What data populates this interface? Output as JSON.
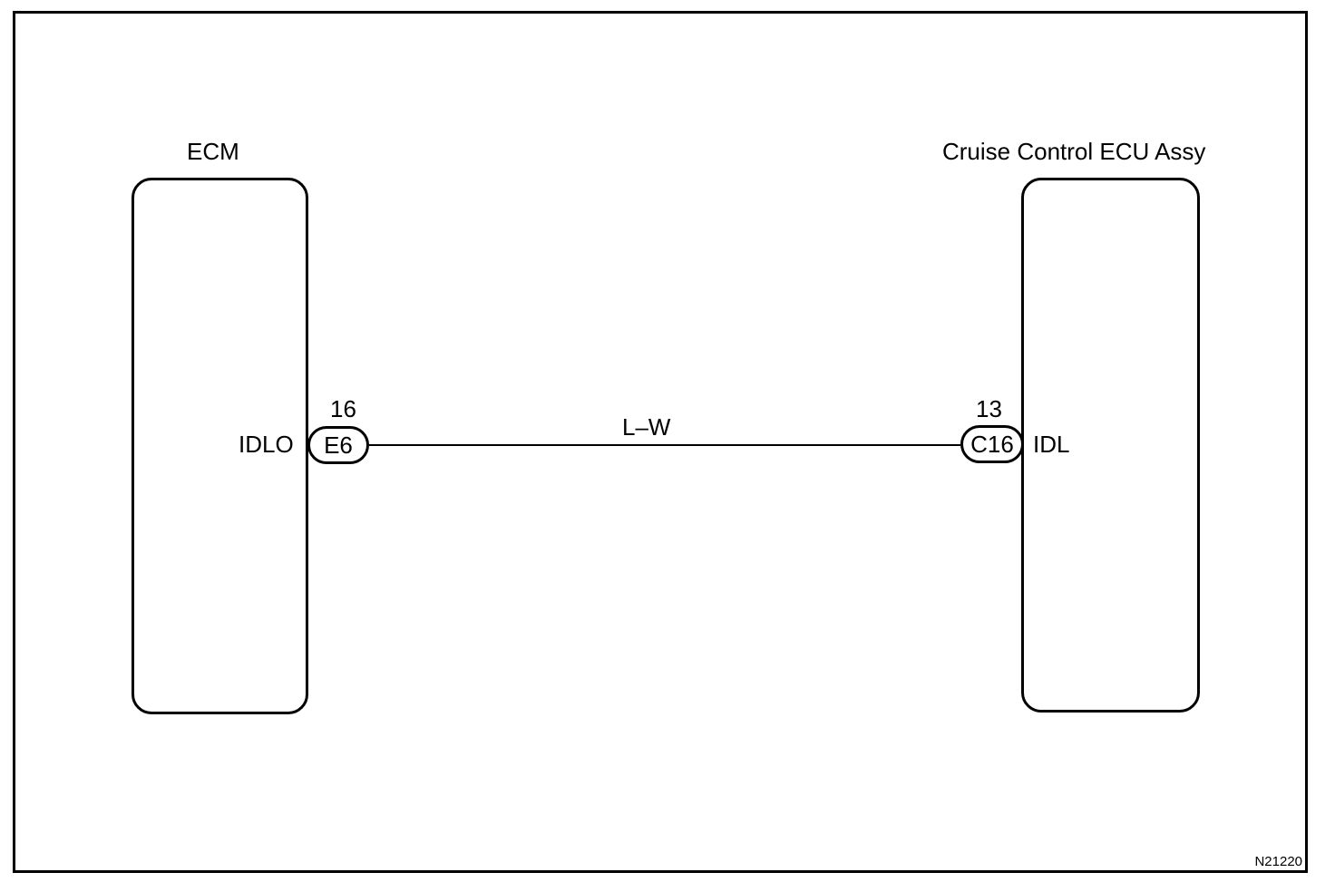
{
  "diagram": {
    "left_component": {
      "title": "ECM",
      "pin_name": "IDLO",
      "pin_number": "16",
      "connector": "E6"
    },
    "right_component": {
      "title": "Cruise Control ECU Assy",
      "pin_name": "IDL",
      "pin_number": "13",
      "connector": "C16"
    },
    "wire": {
      "color_code": "L–W"
    },
    "figure_code": "N21220"
  }
}
